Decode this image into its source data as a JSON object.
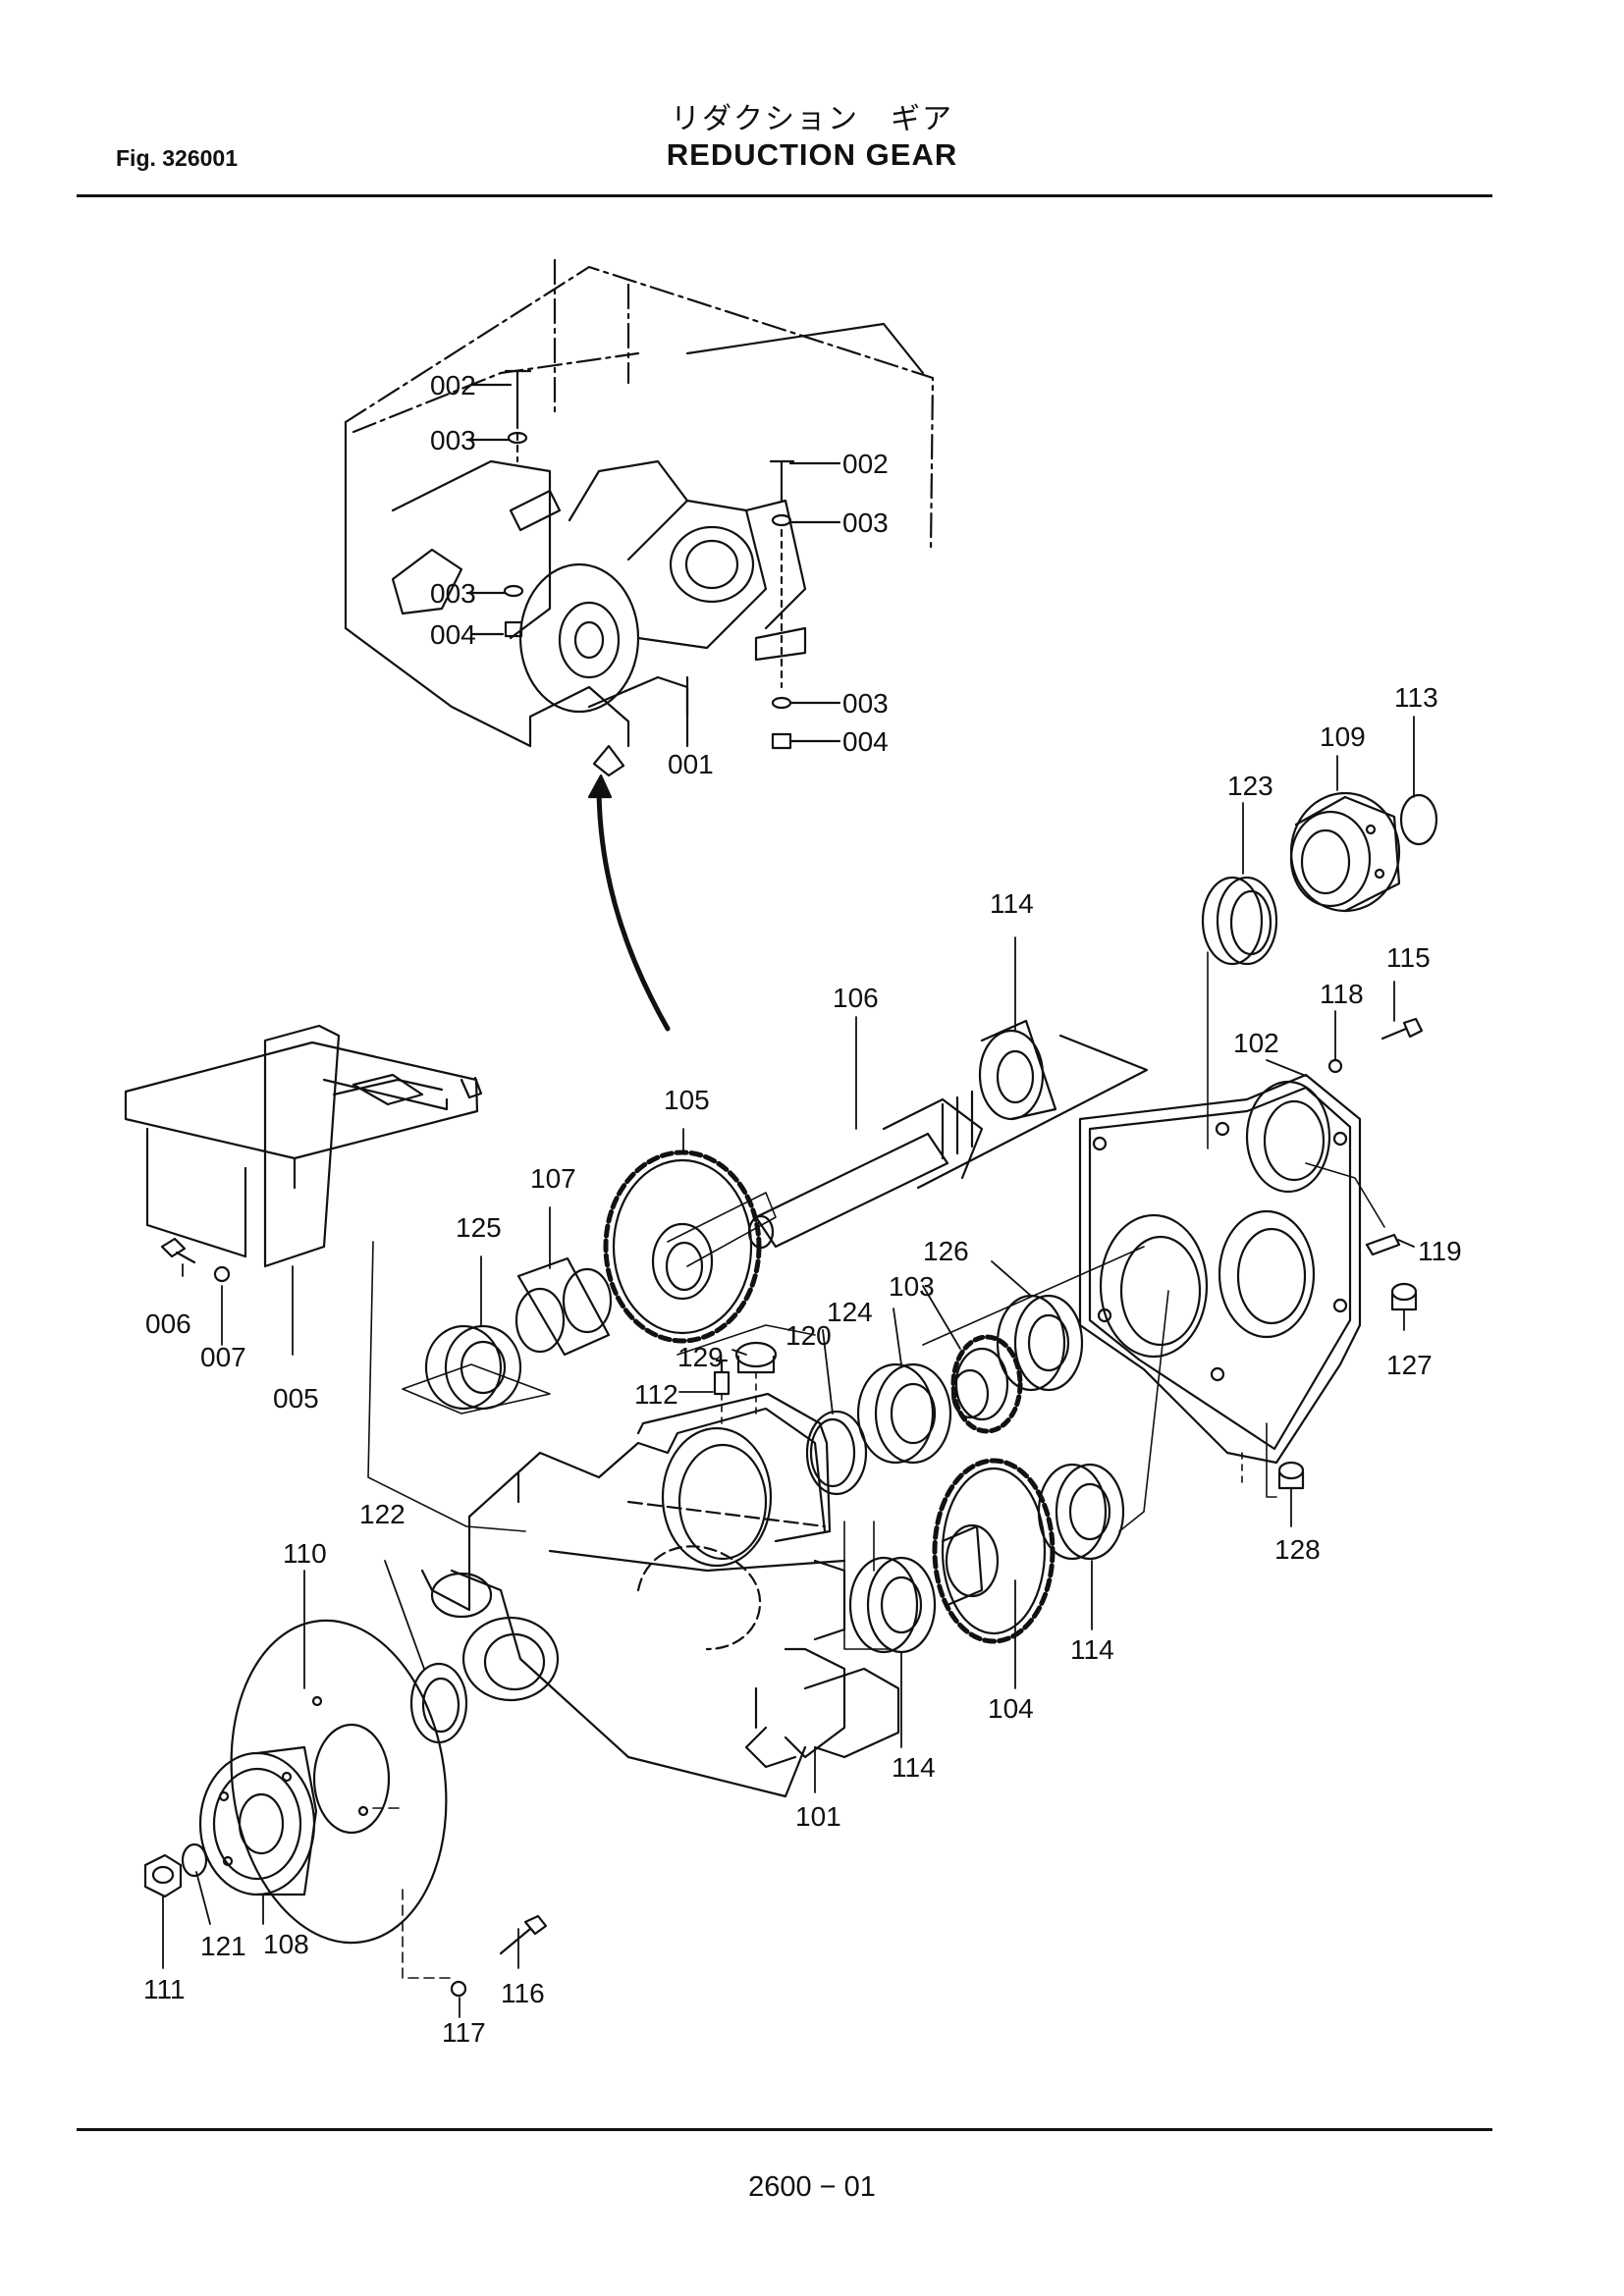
{
  "header": {
    "title_jp": "リダクション　ギア",
    "title_en": "REDUCTION  GEAR",
    "fig_label": "Fig.  326001"
  },
  "footer": {
    "page_number": "2600 − 01"
  },
  "callouts": {
    "c001": "001",
    "c002a": "002",
    "c002b": "002",
    "c003a": "003",
    "c003b": "003",
    "c003c": "003",
    "c003d": "003",
    "c004a": "004",
    "c004b": "004",
    "c005": "005",
    "c006": "006",
    "c007": "007",
    "c101": "101",
    "c102": "102",
    "c103": "103",
    "c104": "104",
    "c105": "105",
    "c106": "106",
    "c107": "107",
    "c108": "108",
    "c109": "109",
    "c110": "110",
    "c111": "111",
    "c112": "112",
    "c113": "113",
    "c114a": "114",
    "c114b": "114",
    "c114c": "114",
    "c115": "115",
    "c116": "116",
    "c117": "117",
    "c118": "118",
    "c119": "119",
    "c120": "120",
    "c121": "121",
    "c122": "122",
    "c123": "123",
    "c124": "124",
    "c125": "125",
    "c126": "126",
    "c127": "127",
    "c128": "128",
    "c129": "129"
  }
}
